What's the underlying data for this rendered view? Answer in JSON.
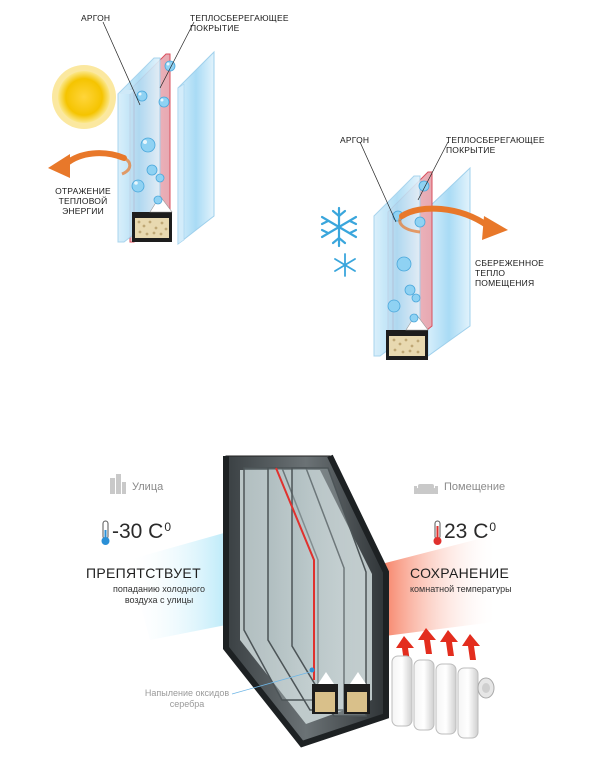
{
  "summer": {
    "argon_label": "АРГОН",
    "coating_label": "ТЕПЛОСБЕРЕГАЮЩЕЕ ПОКРЫТИЕ",
    "effect_label": "ОТРАЖЕНИЕ ТЕПЛОВОЙ ЭНЕРГИИ"
  },
  "winter": {
    "argon_label": "АРГОН",
    "coating_label": "ТЕПЛОСБЕРЕГАЮЩЕЕ ПОКРЫТИЕ",
    "effect_label": "СБЕРЕЖЕННОЕ ТЕПЛО ПОМЕЩЕНИЯ"
  },
  "profile": {
    "street_label": "Улица",
    "room_label": "Помещение",
    "street_temp": "-30 C",
    "street_temp_sup": "0",
    "room_temp": "23 C",
    "room_temp_sup": "0",
    "block_title": "ПРЕПЯТСТВУЕТ",
    "block_text": "попаданию холодного воздуха с улицы",
    "keep_title": "СОХРАНЕНИЕ",
    "keep_text": "комнатной температуры",
    "coating_note": "Напыление оксидов серебра"
  },
  "colors": {
    "sun": "#f5c400",
    "arrow": "#e8782a",
    "glass": "#bfe3f7",
    "coating": "#d9434a",
    "cold": "#48c8ef",
    "warm": "#f04a1c",
    "snow": "#3aa6dc"
  }
}
